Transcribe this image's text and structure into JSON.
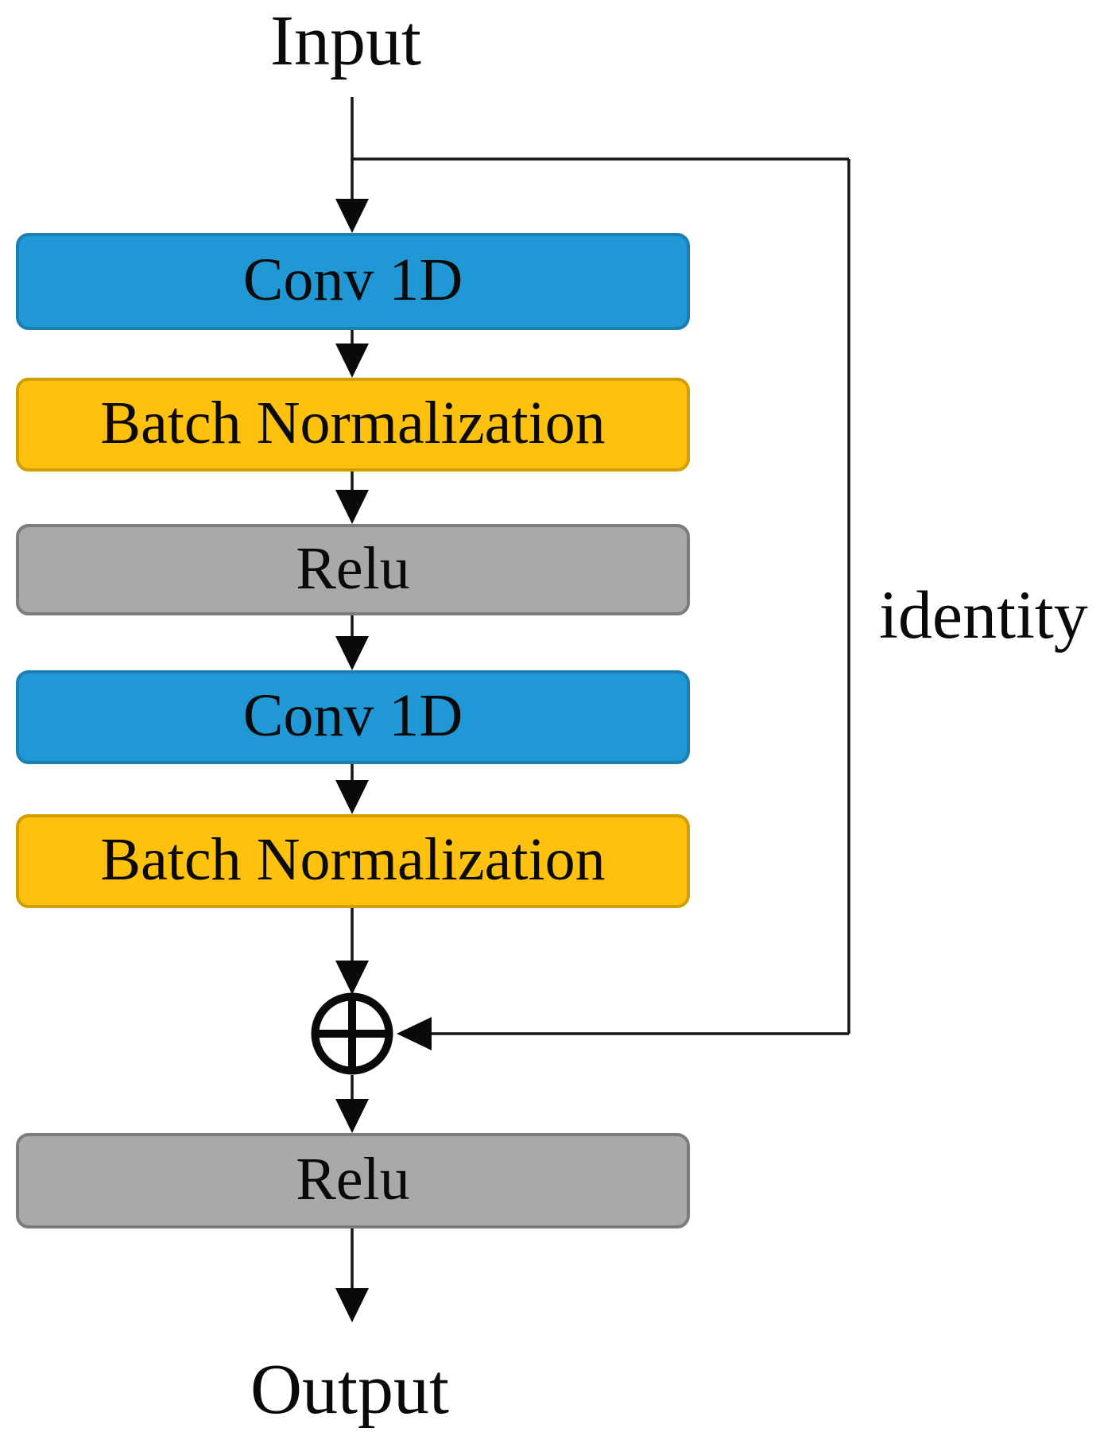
{
  "diagram": {
    "input_label": "Input",
    "output_label": "Output",
    "identity_label": "identity",
    "nodes": [
      {
        "id": "conv1d-1",
        "label": "Conv 1D",
        "fill": "#2098D5",
        "border": "#1B7FB3"
      },
      {
        "id": "batchnorm-1",
        "label": "Batch Normalization",
        "fill": "#FEC10D",
        "border": "#D29F00"
      },
      {
        "id": "relu-1",
        "label": "Relu",
        "fill": "#A9A9A9",
        "border": "#7C7C7C"
      },
      {
        "id": "conv1d-2",
        "label": "Conv 1D",
        "fill": "#2098D5",
        "border": "#1B7FB3"
      },
      {
        "id": "batchnorm-2",
        "label": "Batch Normalization",
        "fill": "#FEC10D",
        "border": "#D29F00"
      },
      {
        "id": "relu-2",
        "label": "Relu",
        "fill": "#A9A9A9",
        "border": "#7C7C7C"
      }
    ],
    "sum_node": {
      "symbol": "circled-plus"
    },
    "line_color": "#141414",
    "text_color": "#0a0a0a"
  }
}
